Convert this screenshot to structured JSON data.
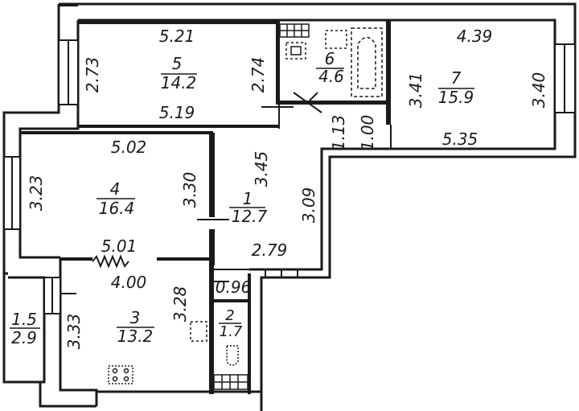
{
  "rooms": [
    {
      "id": "5",
      "number": "5",
      "area": "14.2",
      "dims": {
        "top": "5.21",
        "bottom": "5.19",
        "left": "2.73",
        "right": "2.74"
      }
    },
    {
      "id": "6",
      "number": "6",
      "area": "4.6"
    },
    {
      "id": "7",
      "number": "7",
      "area": "15.9",
      "dims": {
        "top": "4.39",
        "bottom": "5.35",
        "left": "3.41",
        "right": "3.40"
      }
    },
    {
      "id": "4",
      "number": "4",
      "area": "16.4",
      "dims": {
        "top": "5.02",
        "bottom": "5.01",
        "left": "3.23",
        "right": "3.30"
      }
    },
    {
      "id": "1",
      "number": "1",
      "area": "12.7",
      "dims": {
        "a": "3.45",
        "b": "3.09",
        "c": "2.79",
        "d": "1.13",
        "e": "1.00"
      }
    },
    {
      "id": "3",
      "number": "3",
      "area": "13.2",
      "dims": {
        "top": "4.00",
        "left": "3.33",
        "right": "3.28"
      }
    },
    {
      "id": "2",
      "number": "2",
      "area": "1.7",
      "dims": {
        "top": "0.96"
      }
    },
    {
      "id": "balcony",
      "number": "1.5",
      "area": "2.9"
    }
  ]
}
